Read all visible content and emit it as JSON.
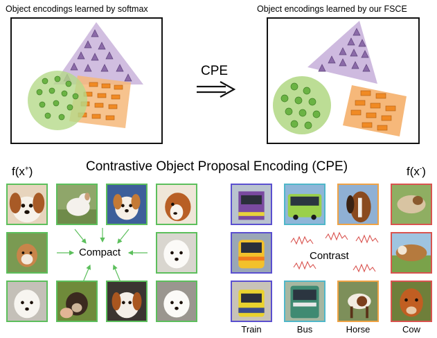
{
  "left_panel": {
    "title": "Object encodings learned by softmax"
  },
  "right_panel": {
    "title": "Object encodings learned by our FSCE"
  },
  "arrow_label": "CPE",
  "main_title": "Contrastive Object Proposal Encoding (CPE)",
  "positive_label": {
    "base": "f(x",
    "sup": "+",
    "close": ")"
  },
  "negative_label": {
    "base": "f(x",
    "sup": "-",
    "close": ")"
  },
  "compact_label": "Compact",
  "contrast_label": "Contrast",
  "captions": {
    "train": "Train",
    "bus": "Bus",
    "horse": "Horse",
    "cow": "Cow"
  },
  "colors": {
    "triangle_fill": "#c9b3db",
    "triangle_mark": "#8b6aa8",
    "circle_fill": "#b5d98a",
    "circle_mark": "#6bb344",
    "rect_fill": "#f6b87a",
    "rect_mark": "#f08a24",
    "positive_border": "#5cbf5c",
    "train_border": "#5a4fcf",
    "bus_border": "#4fb7c9",
    "horse_border": "#f0a345",
    "cow_border": "#d9534f"
  }
}
